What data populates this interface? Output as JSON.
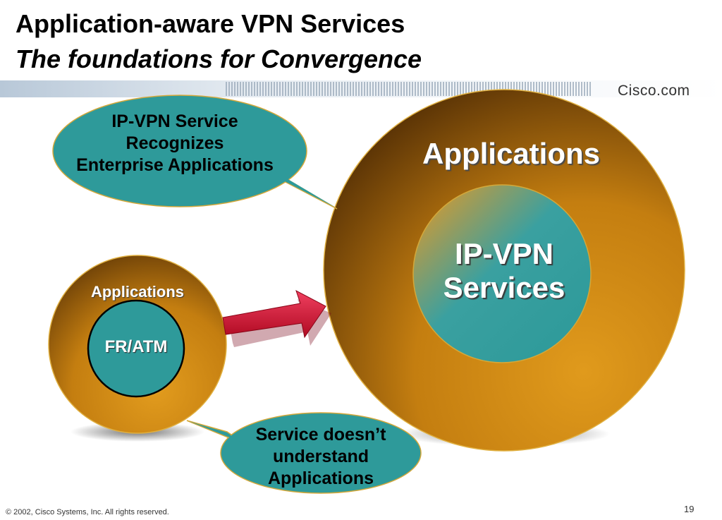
{
  "slide": {
    "title": "Application-aware VPN Services",
    "subtitle": "The foundations for Convergence",
    "brand": "Cisco.com",
    "footer": "© 2002, Cisco Systems, Inc. All rights reserved.",
    "page_number": "19"
  },
  "diagram": {
    "large_circle": {
      "outer_label": "Applications",
      "inner_label_line1": "IP-VPN",
      "inner_label_line2": "Services"
    },
    "small_circle": {
      "outer_label": "Applications",
      "inner_label": "FR/ATM"
    },
    "callout_top": {
      "line1": "IP-VPN Service",
      "line2": "Recognizes",
      "line3": "Enterprise Applications"
    },
    "callout_bottom": {
      "line1": "Service doesn’t",
      "line2": "understand",
      "line3": "Applications"
    }
  },
  "colors": {
    "bronze": "#c47e10",
    "bronze_dark": "#6b3f08",
    "teal": "#2e9a9a",
    "teal_light": "#c89a3a",
    "arrow": "#d8102e"
  }
}
